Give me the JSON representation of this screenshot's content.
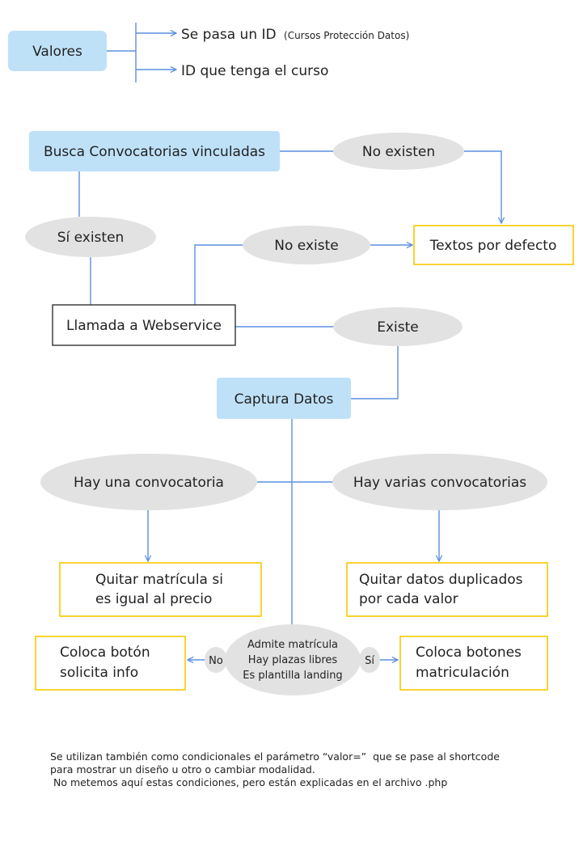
{
  "nodes": {
    "valores": "Valores",
    "pasa_id": "Se pasa un ID",
    "pasa_id_sub": "(Cursos Protección Datos)",
    "id_curso": "ID que tenga el curso",
    "busca": "Busca Convocatorias vinculadas",
    "no_existen": "No existen",
    "si_existen": "Sí existen",
    "no_existe": "No existe",
    "textos": "Textos por defecto",
    "llamada": "Llamada a Webservice",
    "existe": "Existe",
    "captura": "Captura Datos",
    "hay_una": "Hay una convocatoria",
    "hay_varias": "Hay varias convocatorias",
    "quitar_mat_1": "Quitar matrícula si",
    "quitar_mat_2": "es igual al precio",
    "quitar_dat_1": "Quitar datos duplicados",
    "quitar_dat_2": "por cada valor",
    "cond_1": "Admite matrícula",
    "cond_2": "Hay plazas libres",
    "cond_3": "Es plantilla landing",
    "no": "No",
    "si": "Sí",
    "coloca_info_1": "Coloca botón",
    "coloca_info_2": "solicita info",
    "coloca_mat_1": "Coloca botones",
    "coloca_mat_2": "matriculación"
  },
  "footnote": {
    "line1": "Se utilizan también como condicionales el parámetro “valor=”  que se pase al shortcode",
    "line2": "para mostrar un diseño u otro o cambiar modalidad.",
    "line3": " No metemos aquí estas condiciones, pero están explicadas en el archivo .php"
  },
  "colors": {
    "blue_box": "#bfe1f8",
    "yellow_border": "#f5c900",
    "grey_ellipse": "#e2e2e2",
    "connector": "#5b8fe0"
  }
}
